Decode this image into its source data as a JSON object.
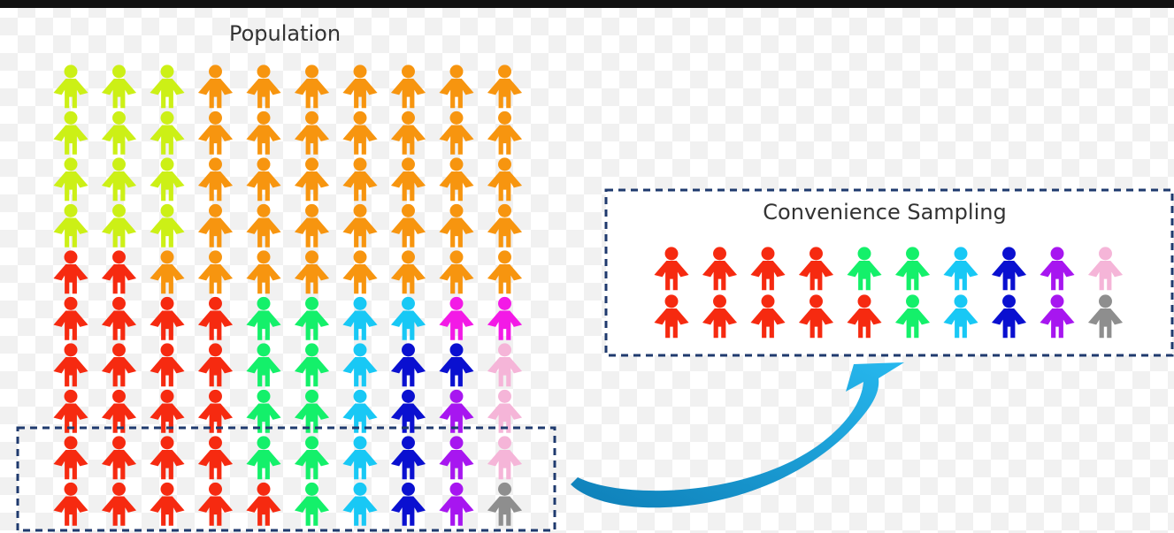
{
  "population": {
    "title": "Population",
    "grid": [
      [
        "lime",
        "lime",
        "lime",
        "orange",
        "orange",
        "orange",
        "orange",
        "orange",
        "orange",
        "orange"
      ],
      [
        "lime",
        "lime",
        "lime",
        "orange",
        "orange",
        "orange",
        "orange",
        "orange",
        "orange",
        "orange"
      ],
      [
        "lime",
        "lime",
        "lime",
        "orange",
        "orange",
        "orange",
        "orange",
        "orange",
        "orange",
        "orange"
      ],
      [
        "lime",
        "lime",
        "lime",
        "orange",
        "orange",
        "orange",
        "orange",
        "orange",
        "orange",
        "orange"
      ],
      [
        "red",
        "red",
        "orange",
        "orange",
        "orange",
        "orange",
        "orange",
        "orange",
        "orange",
        "orange"
      ],
      [
        "red",
        "red",
        "red",
        "red",
        "green",
        "green",
        "cyan",
        "cyan",
        "magenta",
        "magenta"
      ],
      [
        "red",
        "red",
        "red",
        "red",
        "green",
        "green",
        "cyan",
        "blue",
        "blue",
        "pink"
      ],
      [
        "red",
        "red",
        "red",
        "red",
        "green",
        "green",
        "cyan",
        "blue",
        "purple",
        "pink"
      ],
      [
        "red",
        "red",
        "red",
        "red",
        "green",
        "green",
        "cyan",
        "blue",
        "purple",
        "pink"
      ],
      [
        "red",
        "red",
        "red",
        "red",
        "red",
        "green",
        "cyan",
        "blue",
        "purple",
        "gray"
      ]
    ]
  },
  "sample": {
    "title": "Convenience Sampling",
    "grid": [
      [
        "red",
        "red",
        "red",
        "red",
        "green",
        "green",
        "cyan",
        "blue",
        "purple",
        "pink"
      ],
      [
        "red",
        "red",
        "red",
        "red",
        "red",
        "green",
        "cyan",
        "blue",
        "purple",
        "gray"
      ]
    ]
  },
  "colors": {
    "lime": "#ccf016",
    "orange": "#f7950f",
    "red": "#f62a10",
    "green": "#14f06a",
    "cyan": "#18c8f5",
    "blue": "#0a10d0",
    "magenta": "#f31ae6",
    "purple": "#a716f0",
    "pink": "#f5b5d8",
    "gray": "#8e8e8e",
    "dashed_border": "#1f3a6e",
    "arrow": "#1aa1dc"
  }
}
